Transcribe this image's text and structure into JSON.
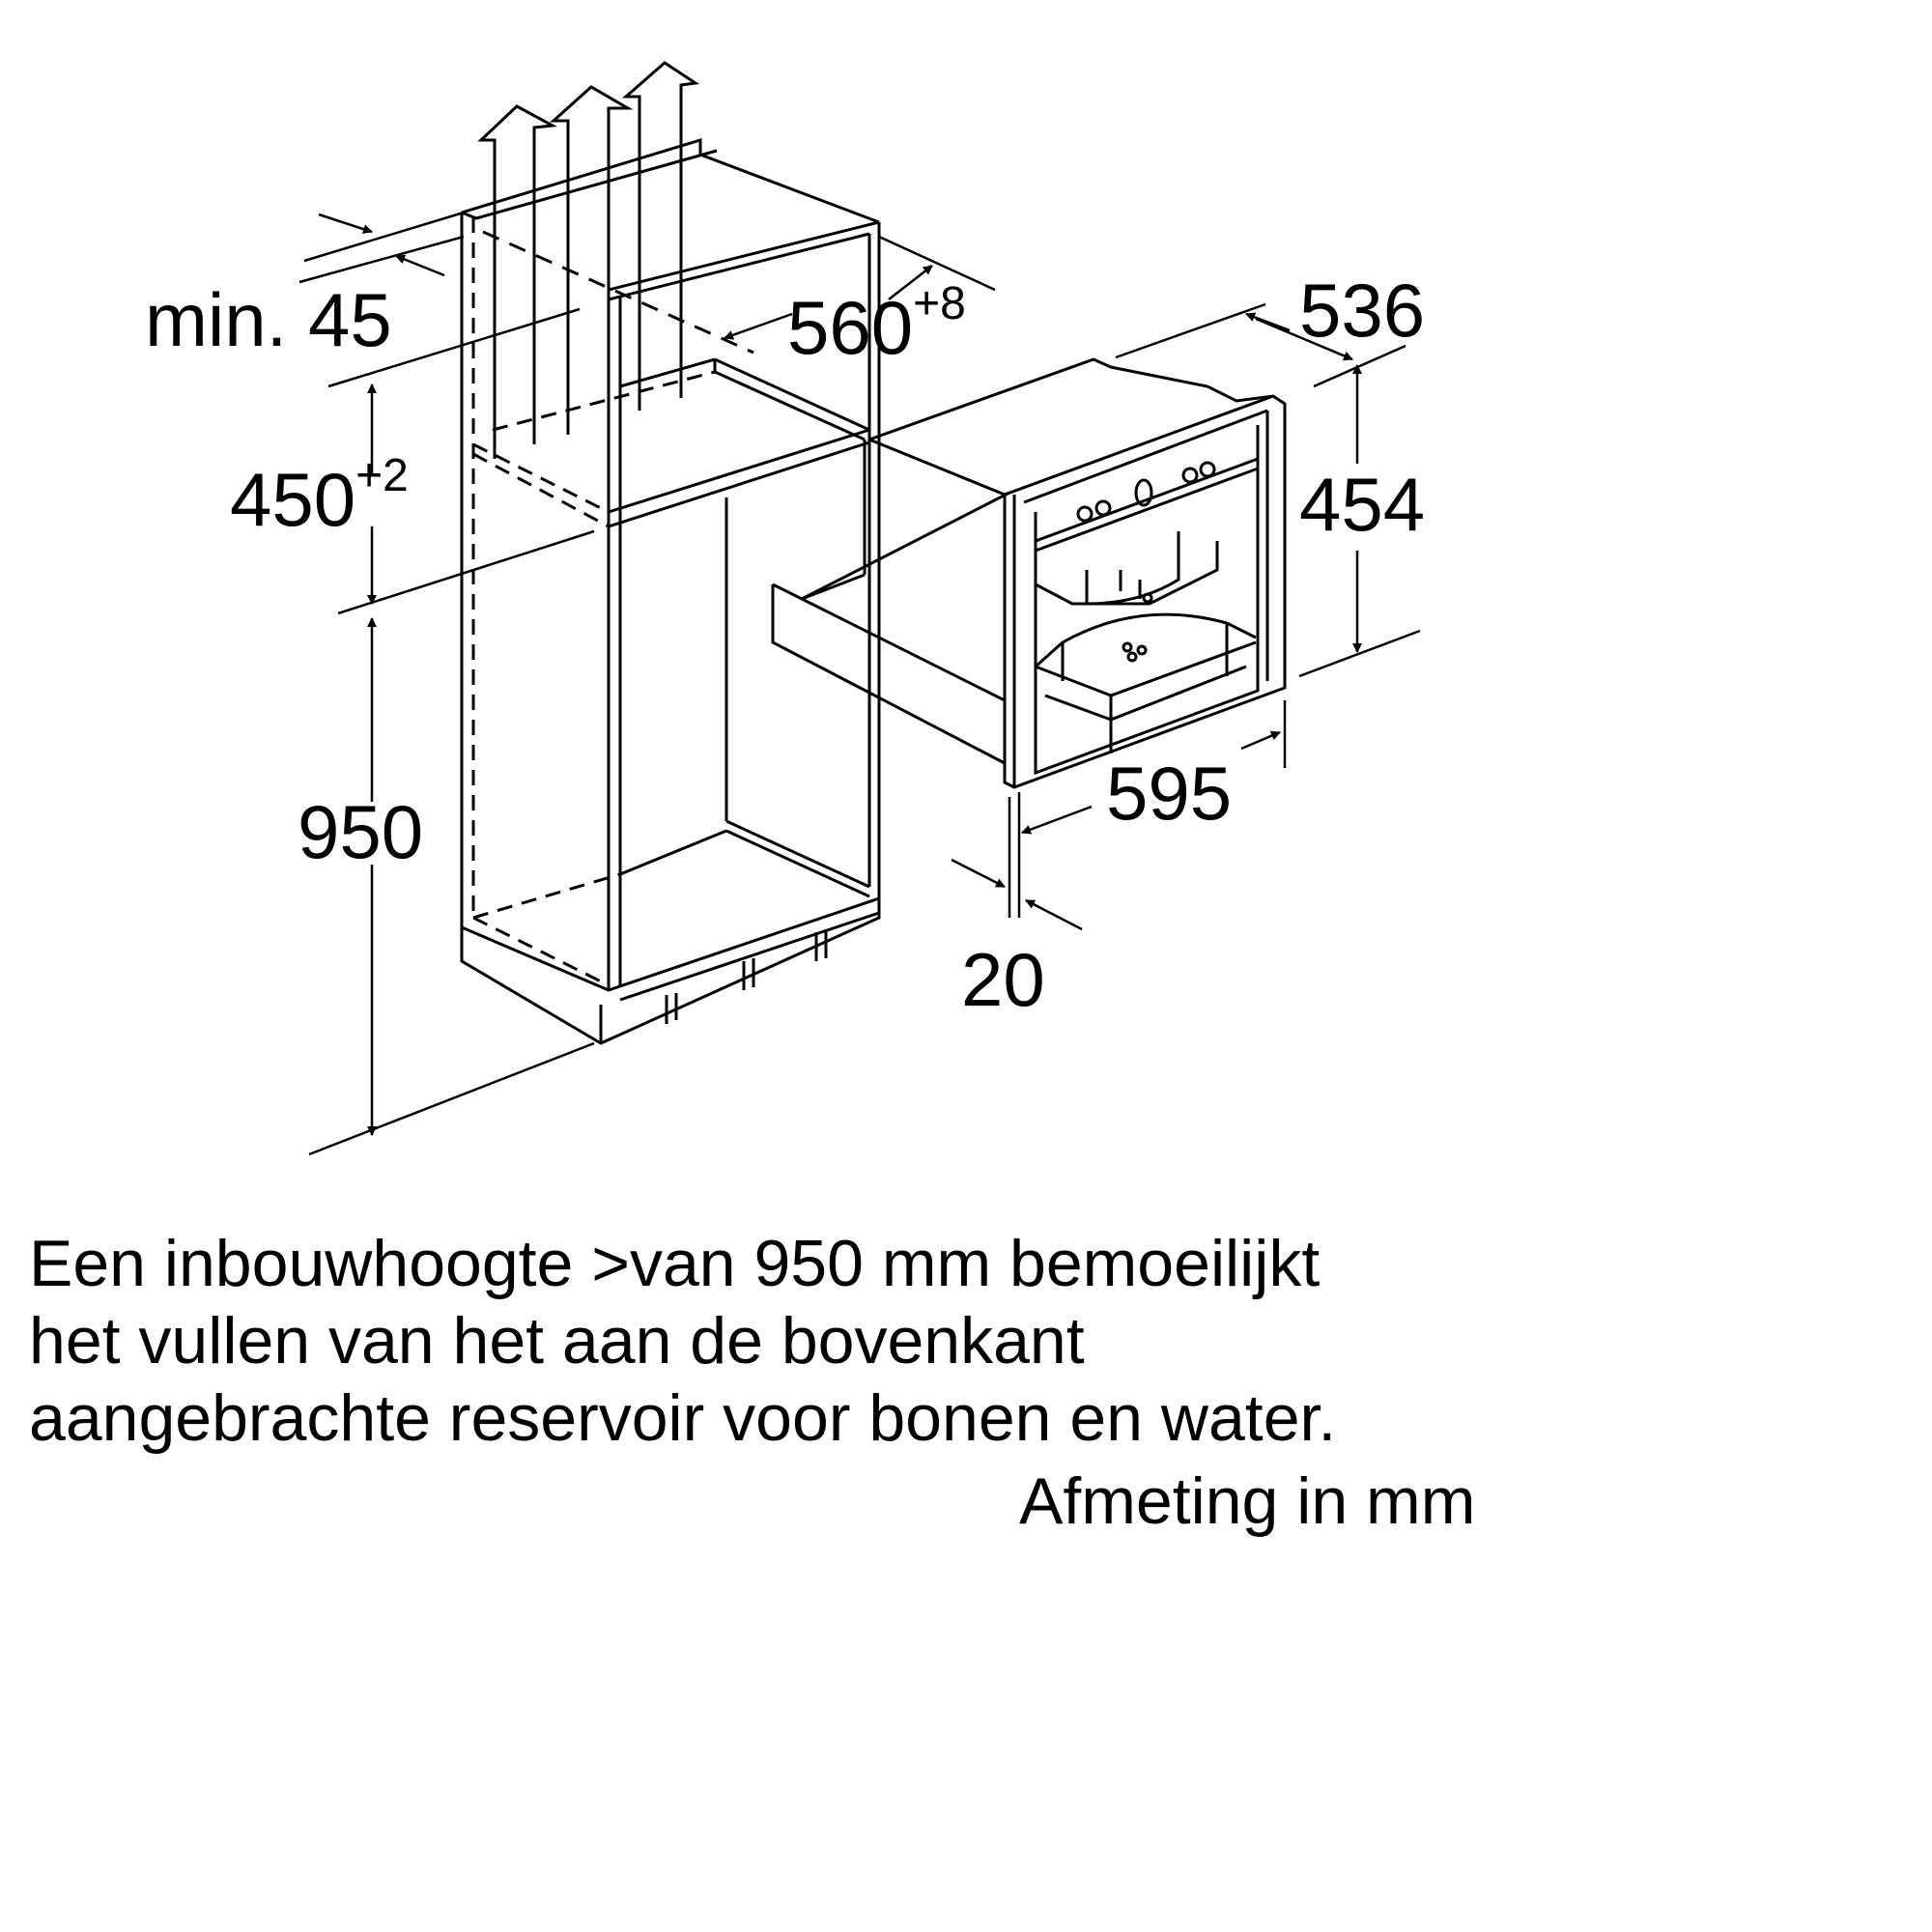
{
  "dimensions": {
    "min_gap": "min. 45",
    "cabinet_depth": "560",
    "cabinet_depth_tol": "+8",
    "niche_height": "450",
    "niche_height_tol": "+2",
    "install_height": "950",
    "device_depth": "536",
    "device_height": "454",
    "device_width": "595",
    "front_thickness": "20"
  },
  "note": {
    "line1": "Een inbouwhoogte >van 950 mm bemoeilijkt",
    "line2": "het vullen van het aan de bovenkant",
    "line3": "aangebrachte reservoir voor bonen en water."
  },
  "unit_label": "Afmeting in mm",
  "colors": {
    "line": "#000000",
    "background": "#ffffff"
  }
}
